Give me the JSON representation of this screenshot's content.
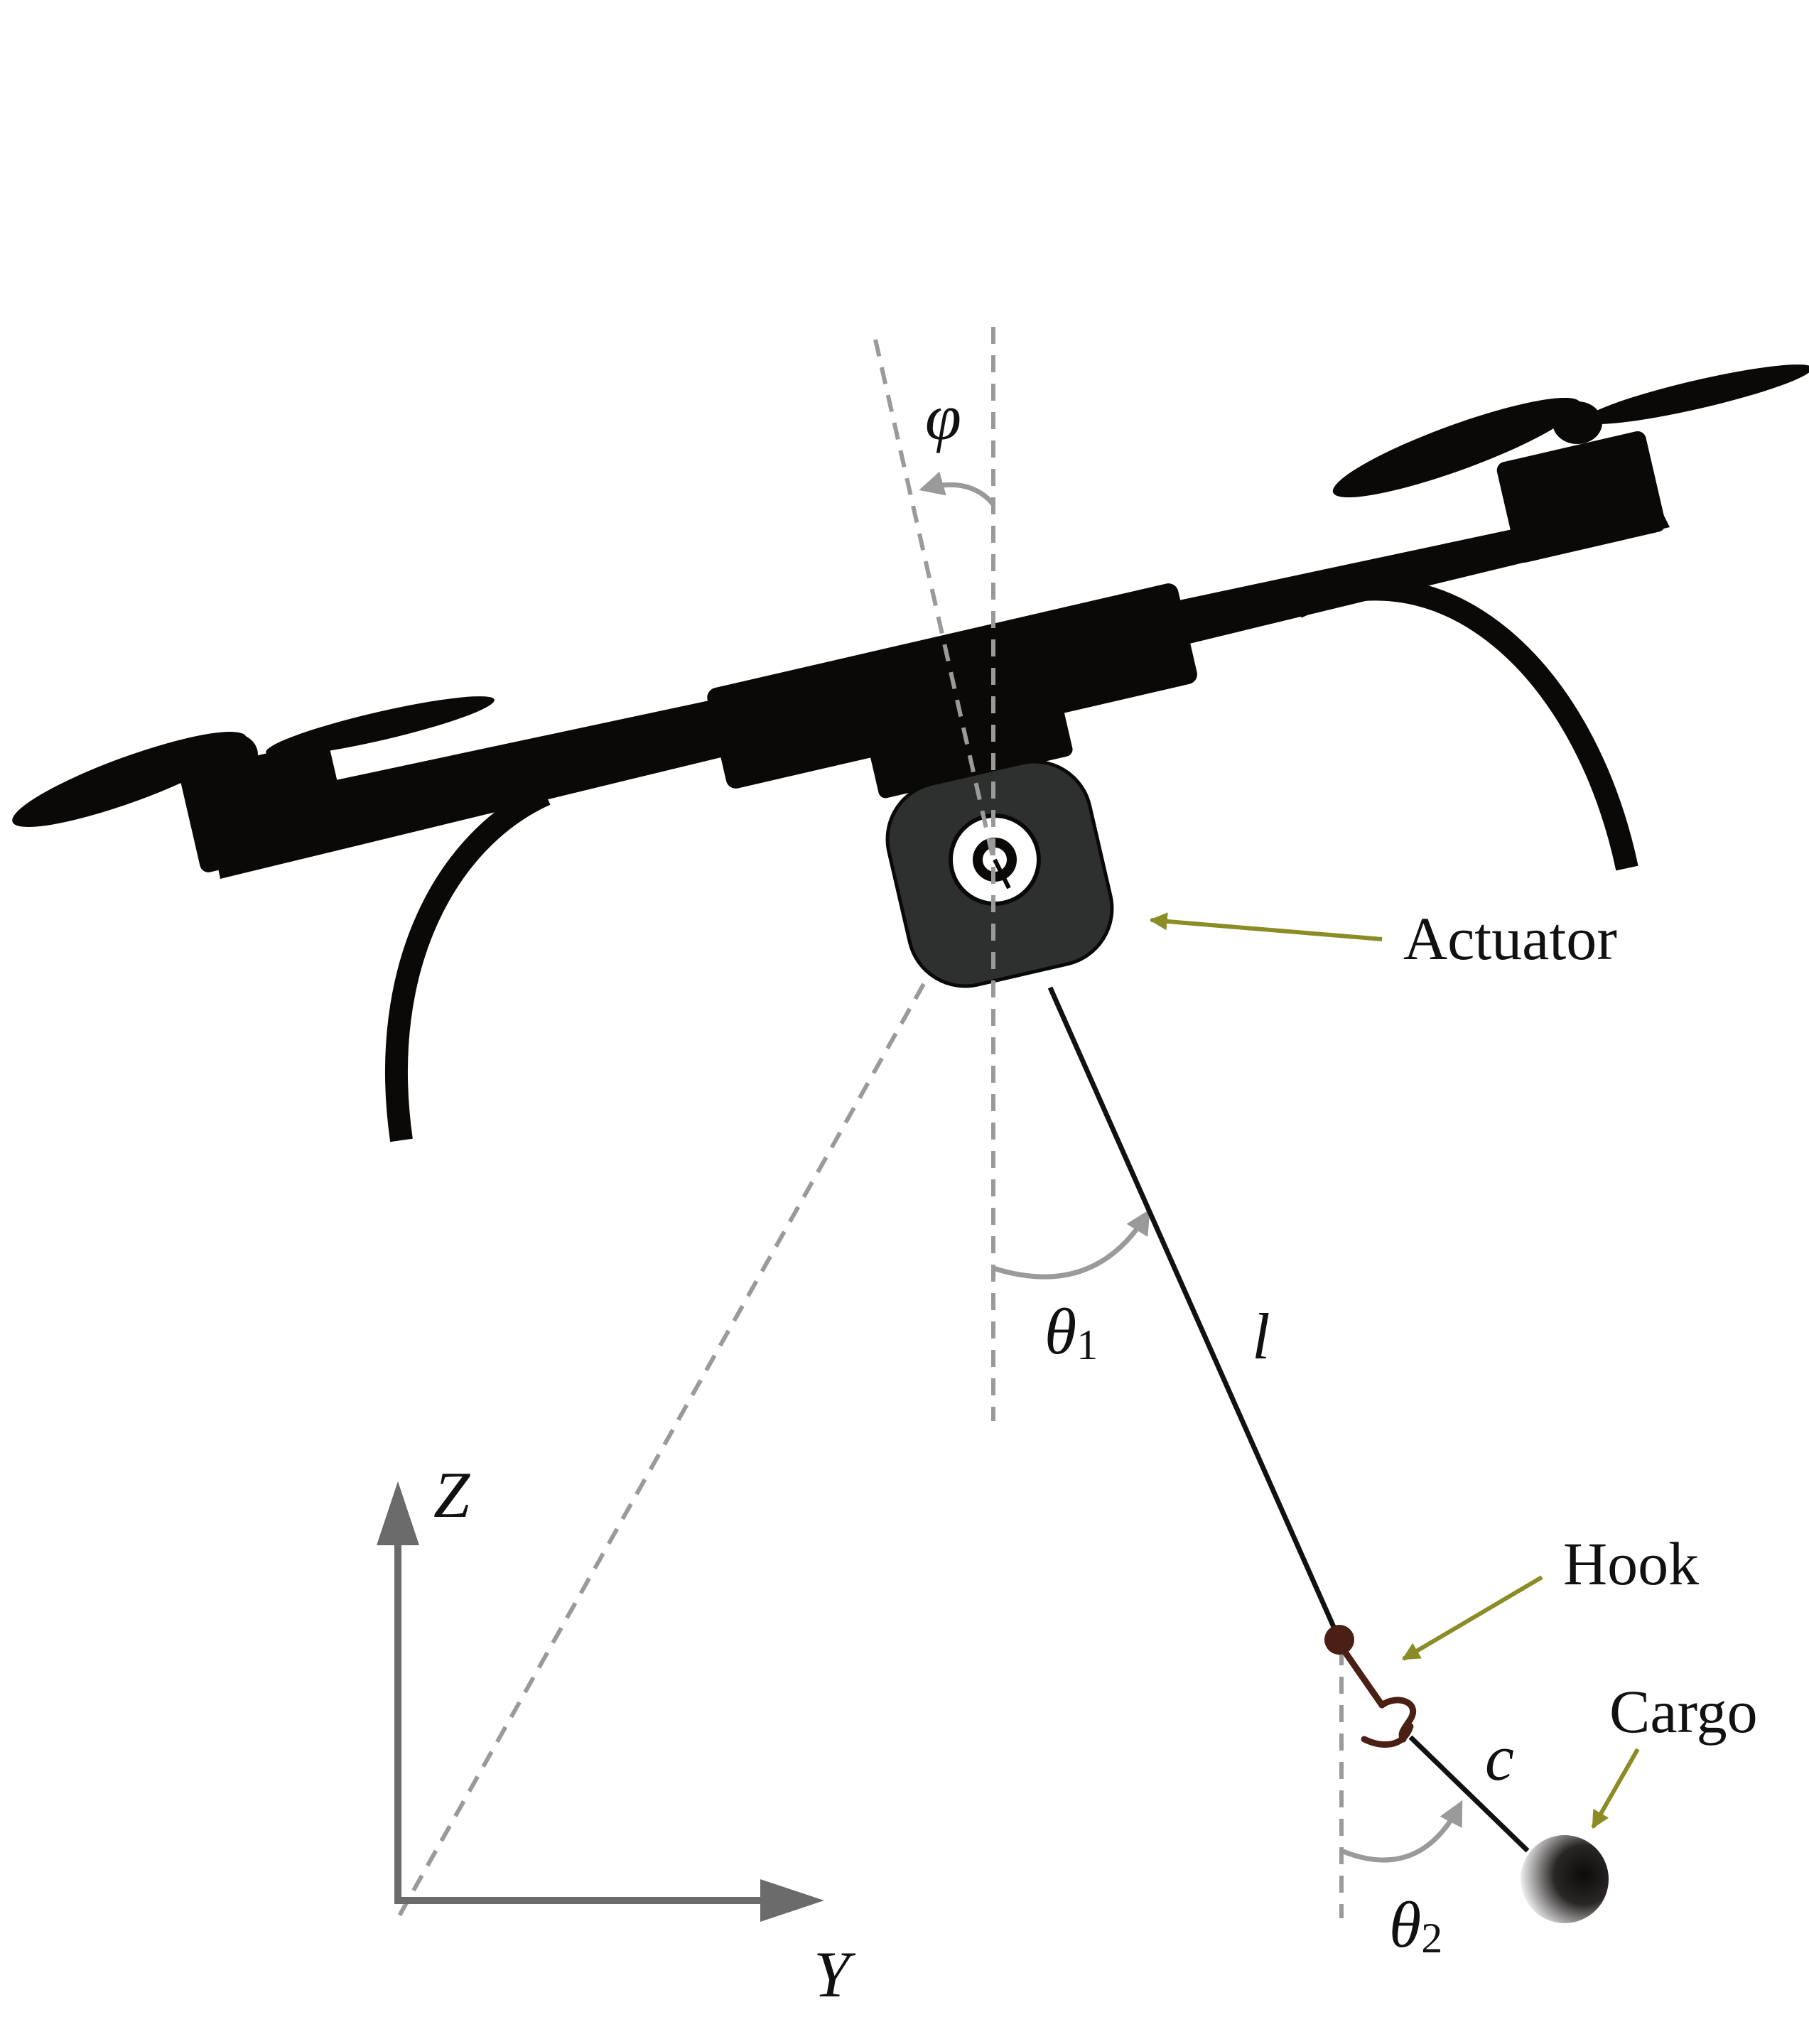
{
  "labels": {
    "actuator": "Actuator",
    "hook": "Hook",
    "cargo": "Cargo",
    "phi": "φ",
    "theta": "θ",
    "theta1_sub": "1",
    "theta2_sub": "2",
    "rope_length": "l",
    "hook_length": "c",
    "axis_z": "Z",
    "axis_y": "Y"
  },
  "colors": {
    "drone": "#0b0907",
    "actuator_body": "#2e2f2f",
    "rope": "#111111",
    "hook": "#4a1f14",
    "reference_line": "#9a9a9a",
    "callout_arrow": "#8c8c26",
    "axes": "#6b6b6b"
  }
}
